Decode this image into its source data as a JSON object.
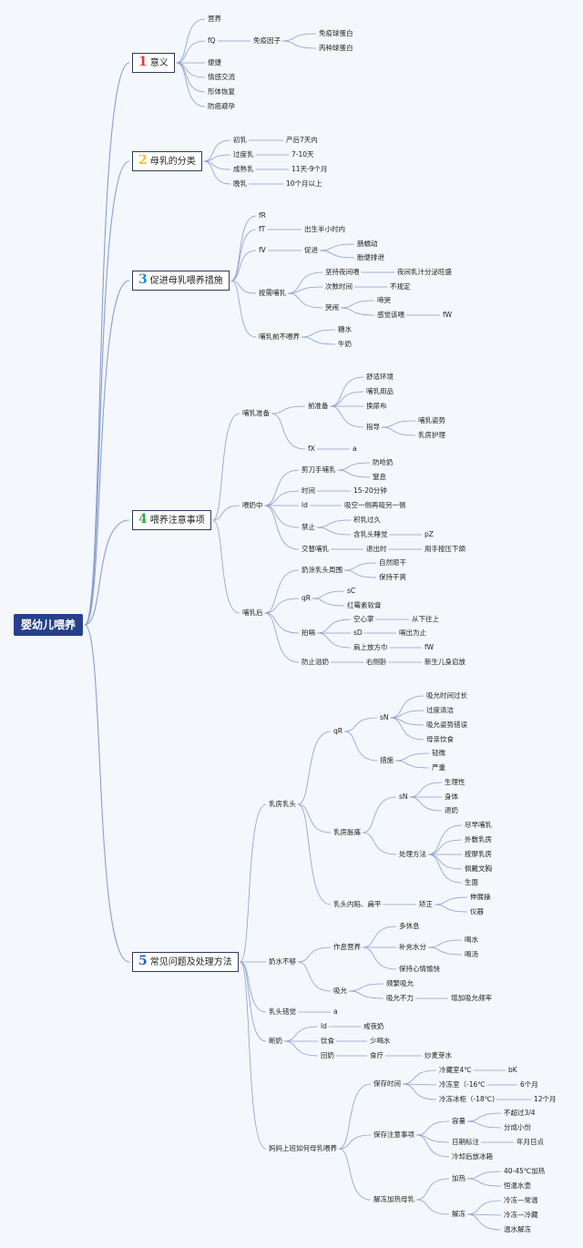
{
  "root": "婴幼儿喂养",
  "colors": {
    "line": "#8a9fcf",
    "root_bg": "#26418a",
    "num1": "#e03a3a",
    "num2": "#f0c030",
    "num3": "#2a8ad8",
    "num4": "#3aa84a",
    "num5": "#2a5cc8"
  },
  "n1": {
    "num": "1",
    "label": "意义",
    "c1": "营养",
    "c2": "fQ",
    "c2a": "免疫因子",
    "c2a1": "免疫球蛋白",
    "c2a2": "丙种球蛋白",
    "c3": "便捷",
    "c4": "情感交流",
    "c5": "形体恢复",
    "c6": "防癌避孕"
  },
  "n2": {
    "num": "2",
    "label": "母乳的分类",
    "a": "初乳",
    "a1": "产后7天内",
    "b": "过度乳",
    "b1": "7-10天",
    "c": "成熟乳",
    "c1": "11天-9个月",
    "d": "晚乳",
    "d1": "10个月以上"
  },
  "n3": {
    "num": "3",
    "label": "促进母乳喂养措施",
    "a": "fR",
    "b": "fT",
    "b1": "出生半小时内",
    "c": "fV",
    "c1": "促进",
    "c1a": "肠蠕动",
    "c1b": "胎便排泄",
    "d": "按需哺乳",
    "d1": "坚持夜间喂",
    "d1a": "夜间乳汁分泌旺盛",
    "d2": "次数时间",
    "d2a": "不规定",
    "d3": "哭闹",
    "d3a": "啼哭",
    "d3b": "感觉该喂",
    "d3b1": "fW",
    "e": "哺乳前不喂养",
    "e1": "糖水",
    "e2": "牛奶"
  },
  "n4": {
    "num": "4",
    "label": "喂养注意事项",
    "a": "哺乳准备",
    "a1": "前准备",
    "a1a": "舒适环境",
    "a1b": "哺乳用品",
    "a1c": "换尿布",
    "a1d": "指导",
    "a1d1": "哺乳姿势",
    "a1d2": "乳房护理",
    "a2": "fX",
    "a2a": "a",
    "b": "喂奶中",
    "b1": "剪刀手哺乳",
    "b1a": "防呛奶",
    "b1b": "窒息",
    "b2": "时间",
    "b2a": "15-20分钟",
    "b3": "ld",
    "b3a": "吸空一侧再吸另一侧",
    "b4": "禁止",
    "b4a": "积乳过久",
    "b4b": "含乳头睡觉",
    "b4b1": "pZ",
    "b5": "交替哺乳",
    "b5a": "退出时",
    "b5a1": "用手按压下颌",
    "c": "哺乳后",
    "c1": "奶涂乳头周围",
    "c1a": "自然晾干",
    "c1b": "保持干爽",
    "c2": "qR",
    "c2a": "sC",
    "c2b": "红霉素软膏",
    "c3": "拍嗝",
    "c3a": "空心掌",
    "c3a1": "从下往上",
    "c3b": "sD",
    "c3b1": "嗝出为止",
    "c3c": "肩上放方巾",
    "c3c1": "fW",
    "c4": "防止溢奶",
    "c4a": "右侧卧",
    "c4a1": "新生儿身启放"
  },
  "n5": {
    "num": "5",
    "label": "常见问题及处理方法",
    "a": "乳房乳头",
    "a1": "qR",
    "a1a": "sN",
    "a1a1": "吸允时间过长",
    "a1a2": "过度清洁",
    "a1a3": "吸允姿势错误",
    "a1a4": "母亲饮食",
    "a1b": "措施",
    "a1b1": "轻微",
    "a1b2": "严重",
    "a2": "乳房胀痛",
    "a2a": "sN",
    "a2a1": "生理性",
    "a2a2": "身体",
    "a2a3": "退奶",
    "a2b": "处理方法",
    "a2b1": "尽早哺乳",
    "a2b2": "外敷乳房",
    "a2b3": "按摩乳房",
    "a2b4": "佩戴文胸",
    "a2b5": "生面",
    "a3": "乳头内陷、扁平",
    "a3a": "矫正",
    "a3a1": "伸展操",
    "a3a2": "仪器",
    "b": "奶水不够",
    "b1": "作息营养",
    "b1a": "多休息",
    "b1b": "补充水分",
    "b1b1": "喝水",
    "b1b2": "喝汤",
    "b1c": "保持心情愉快",
    "b2": "吸允",
    "b2a": "频繁吸允",
    "b2b": "吸允不力",
    "b2b1": "增加吸允频率",
    "c": "乳头错觉",
    "c1": "a",
    "d": "断奶",
    "d1": "ld",
    "d1a": "戒夜奶",
    "d2": "饮食",
    "d2a": "少喝水",
    "d3": "回奶",
    "d3a": "食疗",
    "d3a1": "炒麦芽水",
    "e": "妈妈上班如何母乳喂养",
    "e1": "保存时间",
    "e1a": "冷藏室4℃",
    "e1a1": "bK",
    "e1b": "冷冻室（-16℃",
    "e1b1": "6个月",
    "e1c": "冷冻冰柜（-18℃)",
    "e1c1": "12个月",
    "e2": "保存注意事项",
    "e2a": "容量",
    "e2a1": "不超过3/4",
    "e2a2": "分成小份",
    "e2b": "日期标注",
    "e2b1": "年月日点",
    "e2c": "冷却后放冰箱",
    "e3": "解冻加热母乳",
    "e3a": "加热",
    "e3a1": "40-45℃加热",
    "e3a2": "恒温水壶",
    "e3b": "解冻",
    "e3b1": "冷冻—常温",
    "e3b2": "冷冻—冷藏",
    "e3b3": "温水解冻"
  }
}
